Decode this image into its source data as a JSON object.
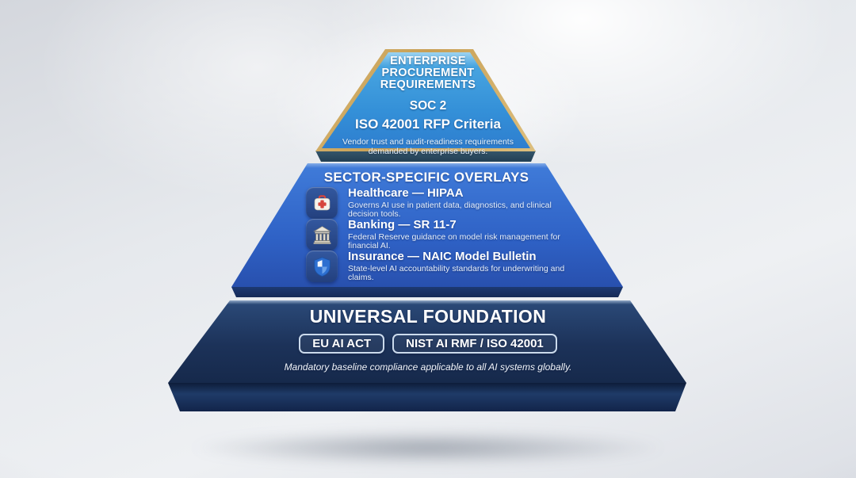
{
  "diagram": {
    "type": "pyramid",
    "title_semantic": "AI compliance framework pyramid"
  },
  "colors": {
    "gold_border": "#c89f54",
    "top_tier_blue": "#3490d8",
    "middle_tier_blue": "#2f62c6",
    "bottom_tier_navy": "#1c3259",
    "background_gray": "#e6e9ed",
    "text_white": "#ffffff",
    "cross_red": "#d6453c",
    "shield_blue": "#2d6fd0"
  },
  "tiers": {
    "top": {
      "title_lines": [
        "ENTERPRISE",
        "PROCUREMENT",
        "REQUIREMENTS"
      ],
      "item_soc": "SOC 2",
      "item_iso": "ISO 42001 RFP Criteria",
      "description": "Vendor trust and audit-readiness requirements demanded by enterprise buyers."
    },
    "middle": {
      "title": "SECTOR-SPECIFIC OVERLAYS",
      "items": [
        {
          "icon": "first-aid-kit-icon",
          "title": "Healthcare — HIPAA",
          "description": "Governs AI use in patient data, diagnostics, and clinical decision tools."
        },
        {
          "icon": "bank-icon",
          "title": "Banking — SR 11-7",
          "description": "Federal Reserve guidance on model risk management for financial AI."
        },
        {
          "icon": "shield-icon",
          "title": "Insurance — NAIC Model Bulletin",
          "description": "State-level AI accountability standards for underwriting and claims."
        }
      ]
    },
    "bottom": {
      "title": "UNIVERSAL FOUNDATION",
      "badges": [
        "EU AI ACT",
        "NIST AI RMF / ISO 42001"
      ],
      "note": "Mandatory baseline compliance applicable to all AI systems globally."
    }
  }
}
